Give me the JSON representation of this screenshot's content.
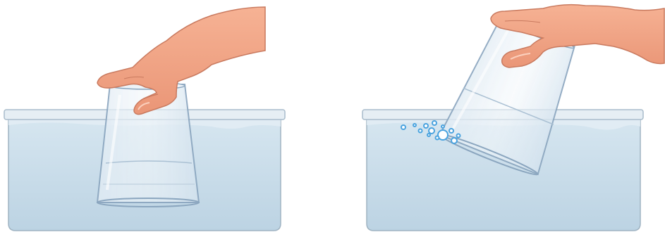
{
  "illustration": {
    "panels": [
      {
        "id": "left",
        "state": "upright-cup-pushed-into-water",
        "bubbles": false
      },
      {
        "id": "right",
        "state": "tilted-cup-releasing-air",
        "bubbles": true
      }
    ],
    "colors": {
      "background": "#ffffff",
      "water": "#c9dde9",
      "water_surface": "#dbe8f1",
      "tub_rim": "#c3d1dc",
      "tub_edge": "#8fa6b7",
      "glass_outline": "#8ba6bf",
      "glass_fill": "#e7f0f7",
      "skin": "#f2a788",
      "skin_shadow": "#d9846a",
      "bubble": "#4aa3df"
    }
  }
}
